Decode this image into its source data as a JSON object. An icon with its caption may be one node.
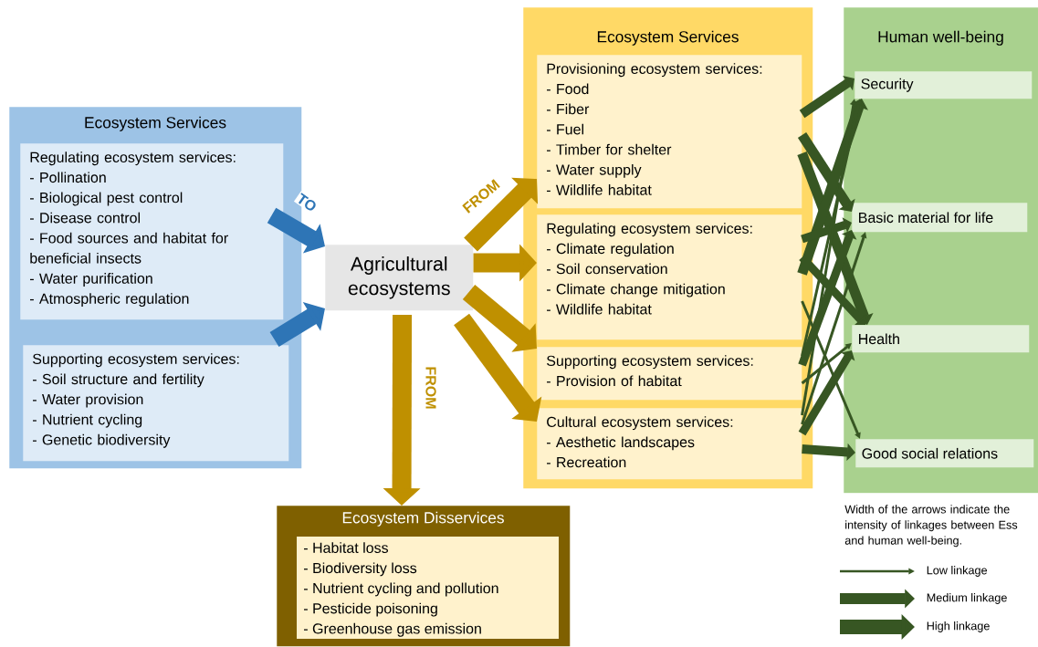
{
  "diagram": {
    "nodes": [
      {
        "text": [
          "Ecosystem Services"
        ]
      },
      {
        "text": [
          "Regulating ecosystem services:",
          "- Pollination",
          "- Biological pest control",
          "- Disease control",
          "- Food sources and habitat for beneficial insects",
          "- Water purification",
          "- Atmospheric regulation"
        ],
        "in": 0
      },
      {
        "text": [
          "Supporting ecosystem services:",
          "- Soil structure and fertility",
          "- Water provision",
          "- Nutrient cycling",
          "- Genetic biodiversity"
        ],
        "in": 0
      },
      {
        "text": [
          "Agricultural ecosystems"
        ]
      },
      {
        "text": [
          "Ecosystem Services"
        ]
      },
      {
        "text": [
          "Provisioning ecosystem services:",
          "- Food",
          "- Fiber",
          "- Fuel",
          "- Timber for shelter",
          "- Water supply",
          "- Wildlife habitat"
        ],
        "in": 4
      },
      {
        "text": [
          "Regulating ecosystem services:",
          "- Climate regulation",
          "- Soil conservation",
          "- Climate change mitigation",
          "- Wildlife habitat"
        ],
        "in": 4
      },
      {
        "text": [
          "Supporting ecosystem services:",
          "- Provision of habitat"
        ],
        "in": 4
      },
      {
        "text": [
          "Cultural ecosystem services:",
          "- Aesthetic landscapes",
          "- Recreation"
        ],
        "in": 4
      },
      {
        "text": [
          "Human well-being"
        ]
      },
      {
        "text": [
          "Security"
        ],
        "in": 9
      },
      {
        "text": [
          "Basic material for life"
        ],
        "in": 9
      },
      {
        "text": [
          "Health"
        ],
        "in": 9
      },
      {
        "text": [
          "Good social relations"
        ],
        "in": 9
      },
      {
        "text": [
          "Ecosystem Disservices",
          "- Habitat loss",
          "- Biodiversity loss",
          "- Nutrient cycling and pollution",
          "- Pesticide poisoning",
          "- Greenhouse gas emission"
        ]
      }
    ],
    "edges": [
      {
        "from": 1,
        "to": 3,
        "arrow": "to",
        "label": "TO",
        "style": "thick",
        "color": "#2e75b6"
      },
      {
        "from": 2,
        "to": 3,
        "arrow": "to",
        "style": "thick",
        "color": "#2e75b6"
      },
      {
        "from": 3,
        "to": 5,
        "arrow": "to",
        "label": "FROM",
        "style": "thick",
        "color": "#bf9000"
      },
      {
        "from": 3,
        "to": 6,
        "arrow": "to",
        "style": "thick",
        "color": "#bf9000"
      },
      {
        "from": 3,
        "to": 7,
        "arrow": "to",
        "style": "thick",
        "color": "#bf9000"
      },
      {
        "from": 3,
        "to": 8,
        "arrow": "to",
        "style": "thick",
        "color": "#bf9000"
      },
      {
        "from": 3,
        "to": 14,
        "arrow": "to",
        "label": "FROM",
        "style": "thick",
        "color": "#bf9000"
      },
      {
        "from": 5,
        "to": 10,
        "arrow": "to"
      },
      {
        "from": 5,
        "to": 11,
        "arrow": "to"
      },
      {
        "from": 5,
        "to": 12,
        "arrow": "to"
      },
      {
        "from": 6,
        "to": 10,
        "arrow": "to"
      },
      {
        "from": 6,
        "to": 11,
        "arrow": "to"
      },
      {
        "from": 6,
        "to": 12,
        "arrow": "to"
      },
      {
        "from": 6,
        "to": 13,
        "arrow": "to"
      },
      {
        "from": 7,
        "to": 10,
        "arrow": "to"
      },
      {
        "from": 7,
        "to": 11,
        "arrow": "to"
      },
      {
        "from": 7,
        "to": 12,
        "arrow": "to"
      },
      {
        "from": 8,
        "to": 10,
        "arrow": "to"
      },
      {
        "from": 8,
        "to": 11,
        "arrow": "to"
      },
      {
        "from": 8,
        "to": 12,
        "arrow": "to"
      },
      {
        "from": 8,
        "to": 13,
        "arrow": "to"
      }
    ],
    "labels": [
      "Width of the arrows indicate the intensity of linkages between Ess and human well-being."
    ],
    "legend": [
      {
        "text": "Low linkage"
      },
      {
        "text": "Medium linkage"
      },
      {
        "text": "High linkage"
      }
    ]
  }
}
